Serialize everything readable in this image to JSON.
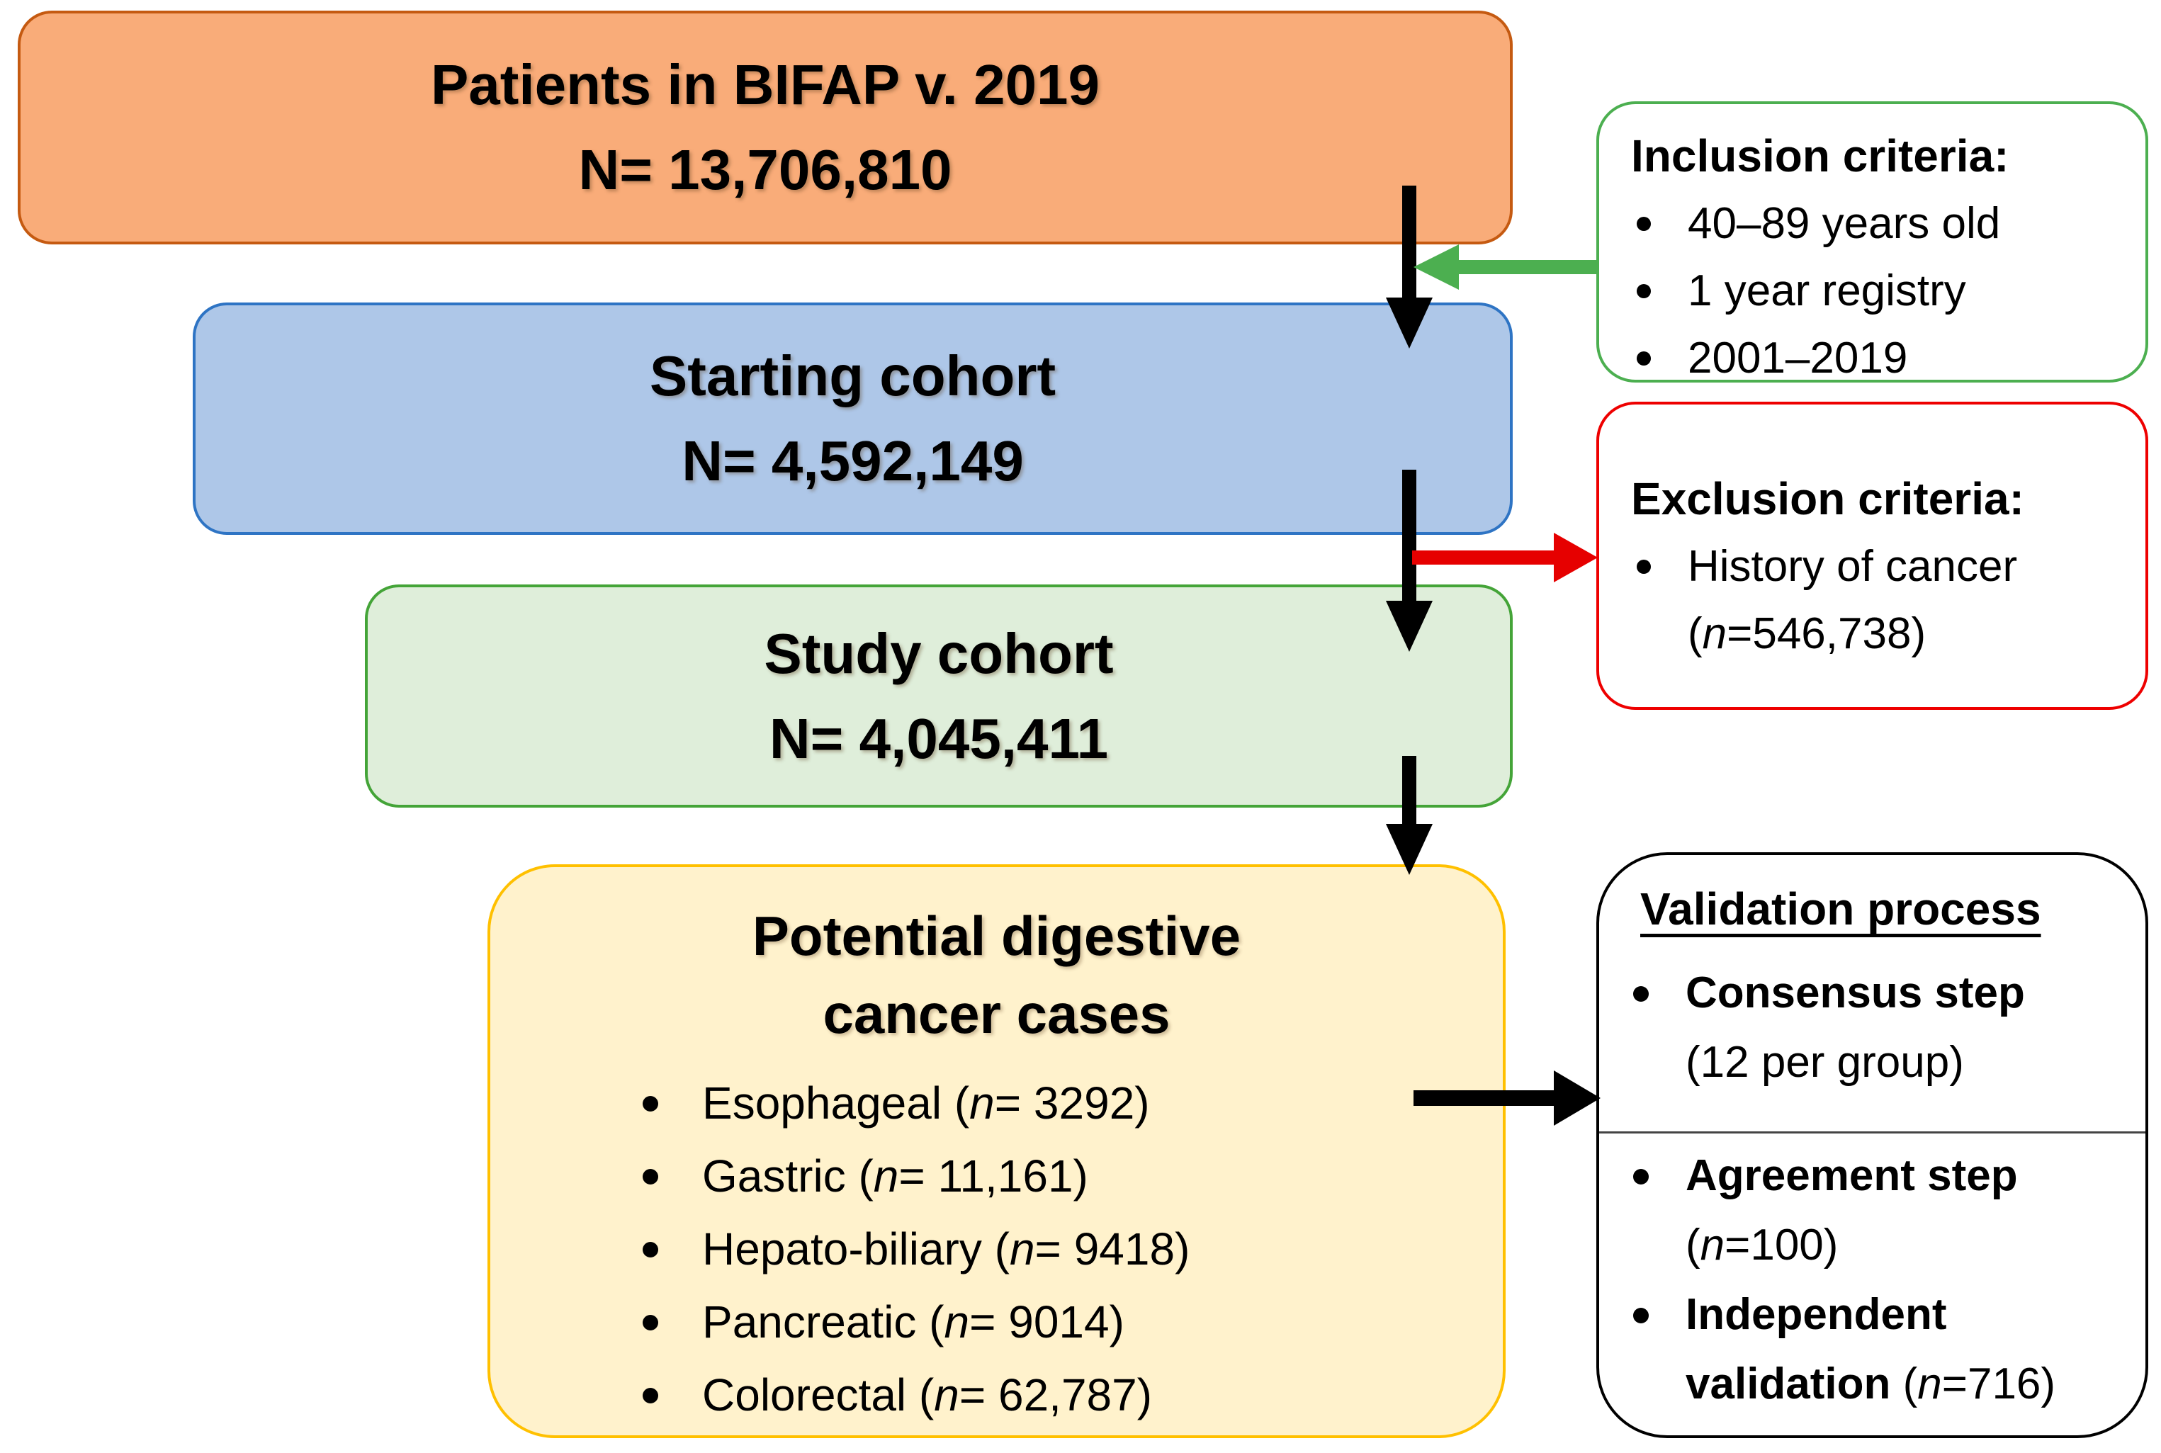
{
  "n_symbol": "n",
  "colors": {
    "bifap_fill": "#F9AC79",
    "bifap_border": "#C55A11",
    "starting_fill": "#AEC7E8",
    "starting_border": "#2E74C4",
    "study_fill": "#DFEEDA",
    "study_border": "#44A438",
    "cases_fill": "#FFF2CC",
    "cases_border": "#FFC000",
    "inclusion_border": "#4CAF50",
    "exclusion_border": "#EE0000",
    "validation_border": "#000000",
    "arrow_black": "#000000",
    "arrow_green": "#4CAF50",
    "arrow_red": "#E60000"
  },
  "boxes": {
    "bifap": {
      "title": "Patients in BIFAP v. 2019",
      "count": "N= 13,706,810"
    },
    "starting": {
      "title": "Starting cohort",
      "count": "N= 4,592,149"
    },
    "study": {
      "title": "Study cohort",
      "count": "N= 4,045,411"
    },
    "cases": {
      "title_line1": "Potential digestive",
      "title_line2": "cancer cases",
      "items": [
        {
          "pre": "Esophageal (",
          "post": "= 3292)"
        },
        {
          "pre": "Gastric (",
          "post": "= 11,161)"
        },
        {
          "pre": "Hepato-biliary (",
          "post": "= 9418)"
        },
        {
          "pre": "Pancreatic (",
          "post": "= 9014)"
        },
        {
          "pre": "Colorectal (",
          "post": "= 62,787)"
        }
      ]
    },
    "inclusion": {
      "header": "Inclusion criteria:",
      "items": [
        "40–89 years old",
        "1 year registry",
        "2001–2019"
      ]
    },
    "exclusion": {
      "header": "Exclusion criteria:",
      "item_line1": "History of cancer",
      "item_line2_pre": "(",
      "item_line2_post": "=546,738)"
    },
    "validation": {
      "header": "Validation process",
      "consensus_bold": "Consensus step",
      "consensus_sub": "(12 per group)",
      "agreement_bold": "Agreement step",
      "agreement_sub_pre": "(",
      "agreement_sub_post": "=100)",
      "independent_bold_line1": "Independent",
      "independent_bold_line2": "validation",
      "independent_sub_pre": " (",
      "independent_sub_post": "=716)"
    }
  }
}
